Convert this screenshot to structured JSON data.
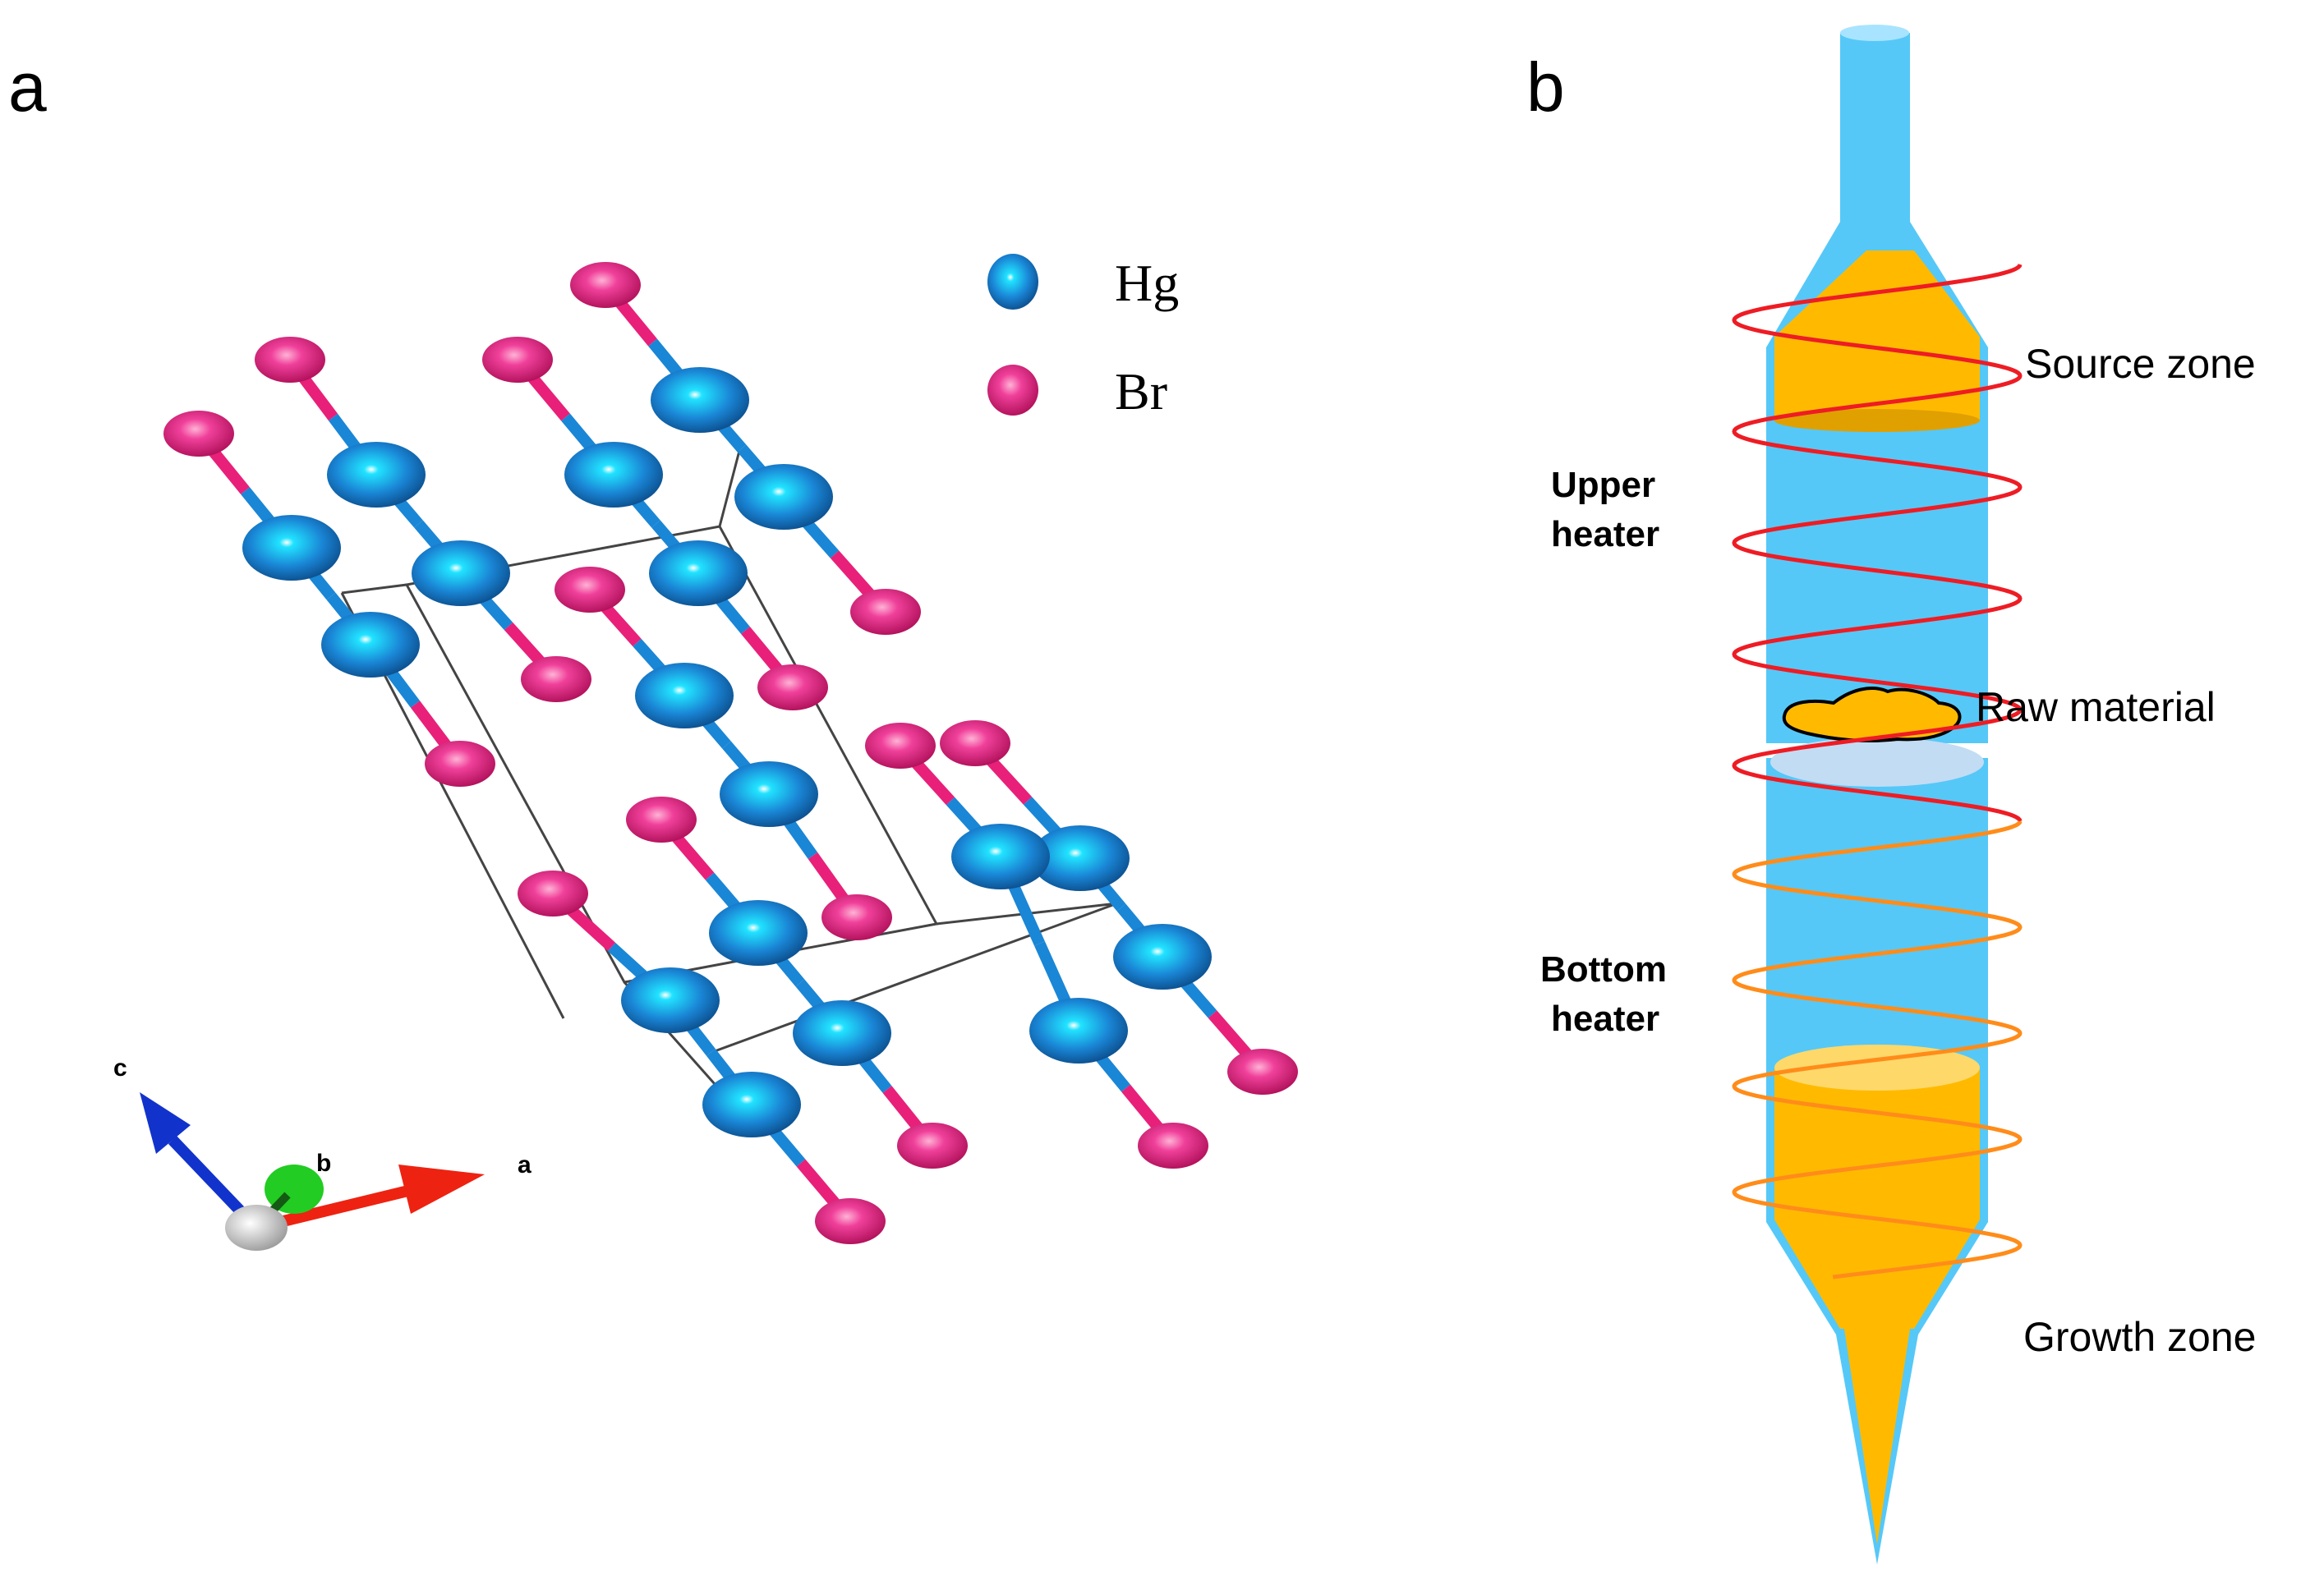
{
  "panel_a": {
    "label": "a",
    "legend": [
      {
        "symbol": "Hg",
        "color": "#1a86d6"
      },
      {
        "symbol": "Br",
        "color": "#e8207a"
      }
    ],
    "axes": {
      "a": "a",
      "b": "b",
      "c": "c"
    },
    "colors": {
      "hg": "#1a86d6",
      "br": "#e8207a",
      "axis_a": "#ee2211",
      "axis_b": "#22cc22",
      "axis_c": "#1133cc"
    }
  },
  "panel_b": {
    "label": "b",
    "zones": {
      "source": "Source zone",
      "raw": "Raw material",
      "growth": "Growth zone"
    },
    "heaters": {
      "upper_line1": "Upper",
      "upper_line2": "heater",
      "bottom_line1": "Bottom",
      "bottom_line2": "heater"
    },
    "colors": {
      "ampoule": "#55c8f8",
      "material": "#ffba00",
      "upper_coil": "#ee1c24",
      "bottom_coil": "#ff8c1a"
    }
  }
}
